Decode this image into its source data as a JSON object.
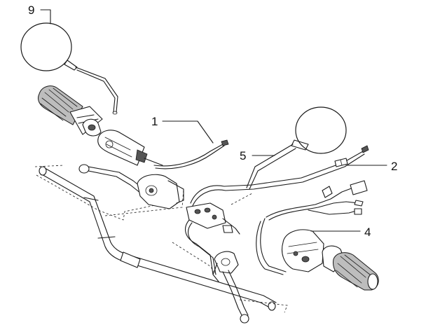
{
  "callouts": {
    "c1": "1",
    "c2": "2",
    "c4": "4",
    "c5": "5",
    "c9": "9"
  }
}
